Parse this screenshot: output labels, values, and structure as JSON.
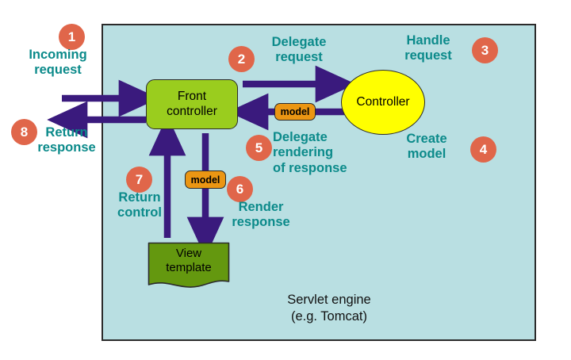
{
  "diagram": {
    "title": "MVC Front Controller request flow",
    "container": {
      "name": "servlet-engine",
      "label_line1": "Servlet engine",
      "label_line2": "(e.g. Tomcat)",
      "fill": "#b9dfe2",
      "border": "#2b2b2b"
    },
    "nodes": [
      {
        "id": "front-controller",
        "label_line1": "Front",
        "label_line2": "controller",
        "shape": "rounded-rect",
        "fill": "#9acd1e"
      },
      {
        "id": "controller",
        "label": "Controller",
        "shape": "ellipse",
        "fill": "#ffff00"
      },
      {
        "id": "view-template",
        "label_line1": "View",
        "label_line2": "template",
        "shape": "document-wave",
        "fill": "#64980f"
      }
    ],
    "model_pills": [
      {
        "id": "model-controller-to-front",
        "label": "model",
        "fill": "#eb9613"
      },
      {
        "id": "model-front-to-view",
        "label": "model",
        "fill": "#eb9613"
      }
    ],
    "arrow_color": "#3a1a7d",
    "badge_color": "#e0664a",
    "label_color": "#0b8a8a",
    "steps": [
      {
        "number": "1",
        "label_line1": "Incoming",
        "label_line2": "request"
      },
      {
        "number": "2",
        "label_line1": "Delegate",
        "label_line2": "request"
      },
      {
        "number": "3",
        "label_line1": "Handle",
        "label_line2": "request"
      },
      {
        "number": "4",
        "label_line1": "Create",
        "label_line2": "model"
      },
      {
        "number": "5",
        "label_line1": "Delegate",
        "label_line2": "rendering",
        "label_line3": "of response"
      },
      {
        "number": "6",
        "label_line1": "Render",
        "label_line2": "response"
      },
      {
        "number": "7",
        "label_line1": "Return",
        "label_line2": "control"
      },
      {
        "number": "8",
        "label_line1": "Return",
        "label_line2": "response"
      }
    ]
  }
}
